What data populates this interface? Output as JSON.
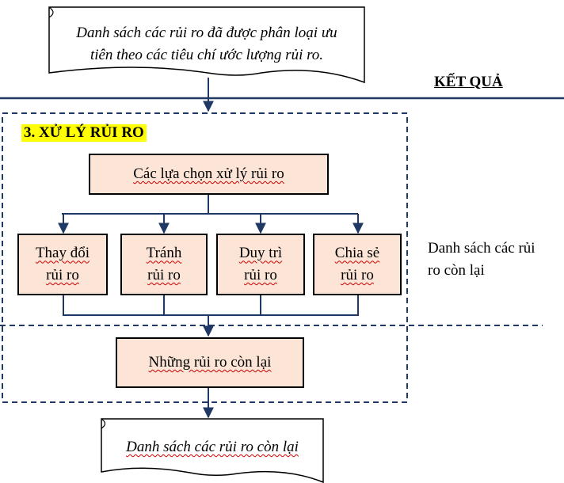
{
  "input_doc": {
    "line1": "Danh sách các rủi ro đã được phân loại ưu",
    "line2": "tiên theo các tiêu chí ước lượng rủi ro."
  },
  "result_label": "KẾT QUẢ",
  "stage_title": "3. XỬ LÝ RỦI RO",
  "options_box": "Các lựa chọn xử lý rủi ro",
  "options": [
    {
      "line1": "Thay đổi",
      "line2": "rủi ro"
    },
    {
      "line1": "Tránh",
      "line2": "rủi ro"
    },
    {
      "line1": "Duy trì",
      "line2": "rủi ro"
    },
    {
      "line1": "Chia sẻ",
      "line2": "rủi ro"
    }
  ],
  "residual_box": "Những rủi ro còn lại",
  "side_note": "Danh sách các rủi ro còn lại",
  "output_doc": "Danh sách các rủi ro còn lại",
  "colors": {
    "box_fill": "#fce4d6",
    "connector": "#1f3864",
    "highlight": "#ffff00"
  }
}
